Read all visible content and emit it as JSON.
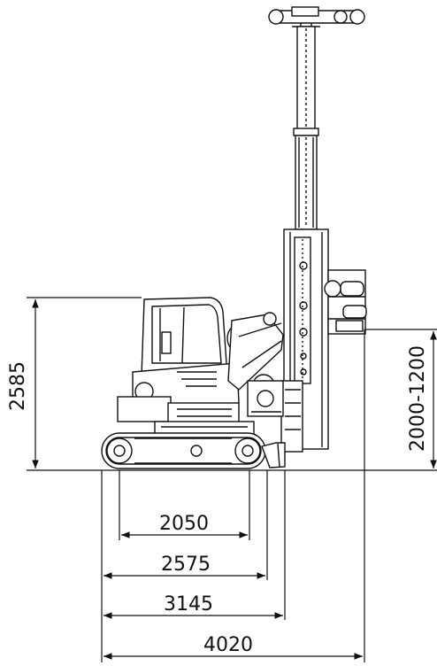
{
  "dimensions": {
    "height_overall": "2585",
    "height_range": "2000-1200",
    "length_2050": "2050",
    "length_2575": "2575",
    "length_3145": "3145",
    "length_4020": "4020"
  },
  "colors": {
    "line": "#111111",
    "background": "#ffffff"
  }
}
